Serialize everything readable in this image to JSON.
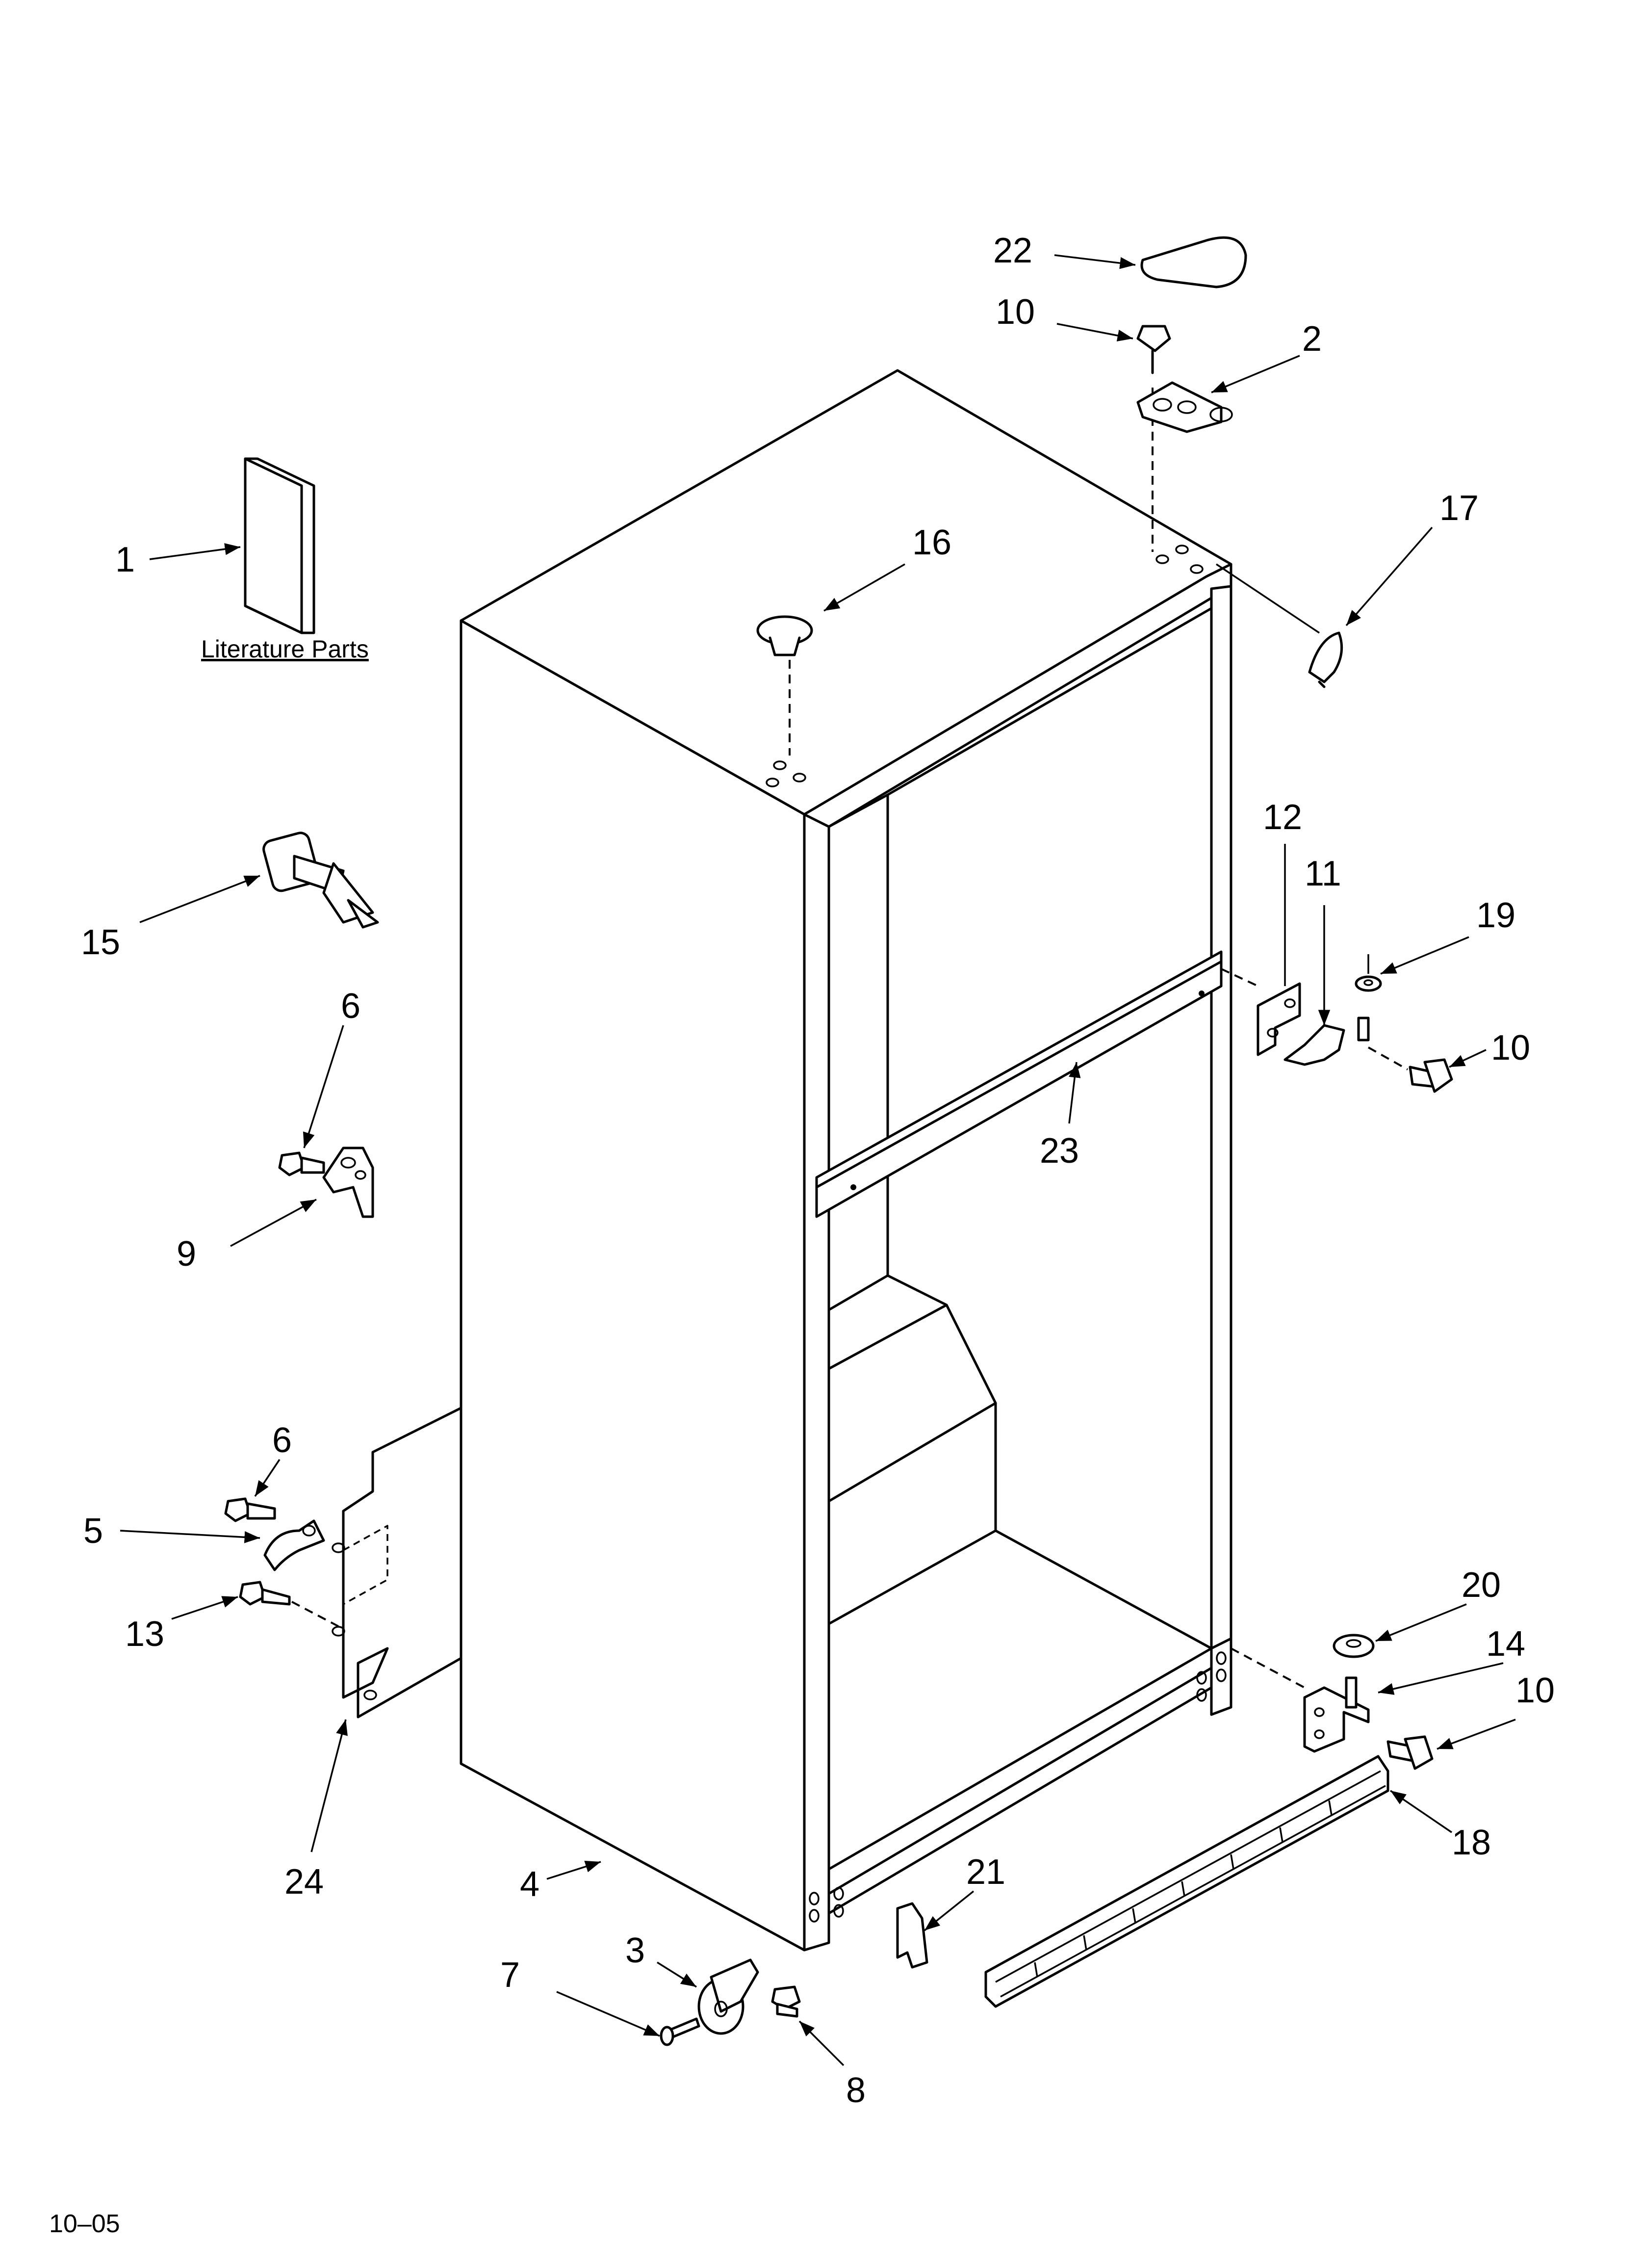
{
  "literature_caption": "Literature Parts",
  "footer_code": "10–05",
  "callouts": [
    "1",
    "2",
    "3",
    "4",
    "5",
    "6",
    "6",
    "7",
    "8",
    "9",
    "10",
    "10",
    "10",
    "11",
    "12",
    "13",
    "14",
    "15",
    "16",
    "17",
    "18",
    "19",
    "20",
    "21",
    "22",
    "23",
    "24"
  ]
}
